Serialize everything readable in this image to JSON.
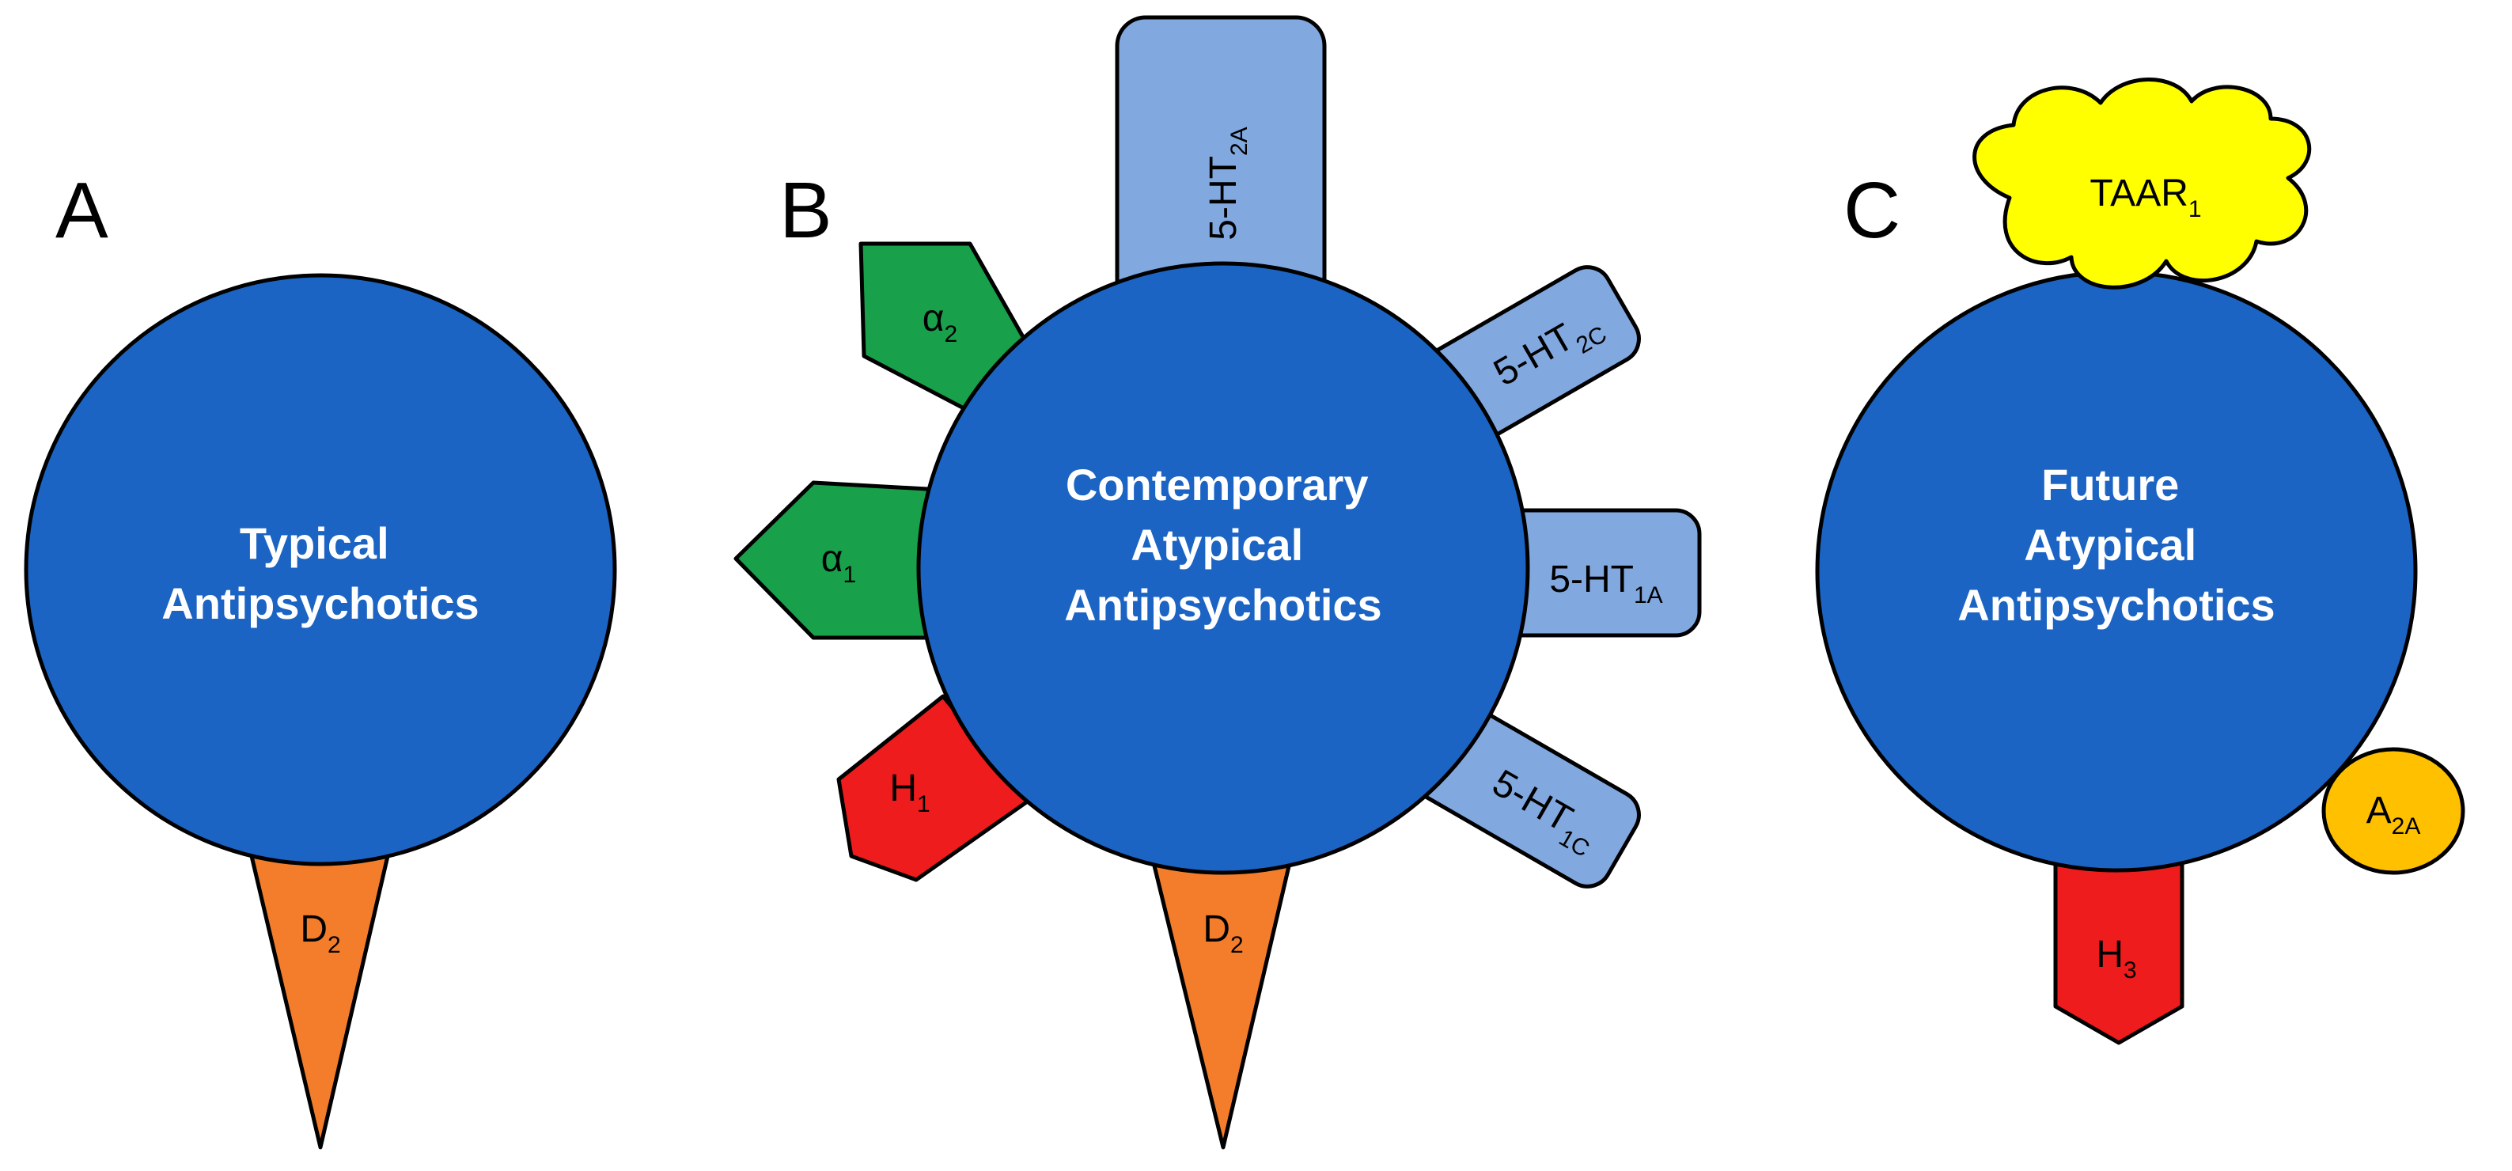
{
  "colors": {
    "circle": "#1b64c4",
    "d2": "#f47d2b",
    "serotonin": "#82a8e0",
    "alpha": "#18a04b",
    "histamine": "#ee1c1c",
    "taar": "#ffff00",
    "adenosine": "#ffc000",
    "outline": "#000000"
  },
  "panels": {
    "a": {
      "letter": "A",
      "circle_label": [
        "Typical",
        "Antipsychotics"
      ],
      "receptors": {
        "d2": {
          "base": "D",
          "sub": "2"
        }
      }
    },
    "b": {
      "letter": "B",
      "circle_label": [
        "Contemporary",
        "Atypical",
        "Antipsychotics"
      ],
      "receptors": {
        "ht2a": {
          "base": "5-HT",
          "sub": "2A"
        },
        "ht2c": {
          "base": "5-HT",
          "sub": "2C"
        },
        "ht1a": {
          "base": "5-HT",
          "sub": "1A"
        },
        "ht1c": {
          "base": "5-HT",
          "sub": "1C"
        },
        "alpha2": {
          "base": "α",
          "sub": "2"
        },
        "alpha1": {
          "base": "α",
          "sub": "1"
        },
        "h1": {
          "base": "H",
          "sub": "1"
        },
        "d2": {
          "base": "D",
          "sub": "2"
        }
      }
    },
    "c": {
      "letter": "C",
      "circle_label": [
        "Future",
        "Atypical",
        "Antipsychotics"
      ],
      "receptors": {
        "taar1": {
          "base": "TAAR",
          "sub": "1"
        },
        "a2a": {
          "base": "A",
          "sub": "2A"
        },
        "h3": {
          "base": "H",
          "sub": "3"
        }
      }
    }
  }
}
